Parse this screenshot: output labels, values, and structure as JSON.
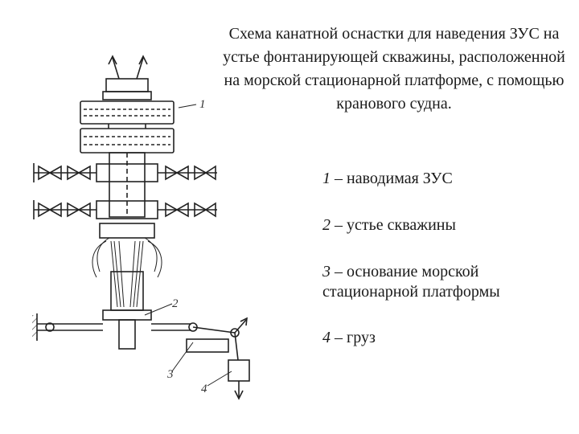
{
  "title": "Схема канатной оснастки для наведения ЗУС на устье фонтанирующей скважины, расположенной на морской стационарной платформе, с помощью кранового судна.",
  "legend": [
    {
      "num": "1",
      "dash": " – ",
      "text": "наводимая ЗУС"
    },
    {
      "num": "2",
      "dash": " – ",
      "text": "устье скважины"
    },
    {
      "num": "3",
      "dash": " – ",
      "text": "основание морской стационарной платформы"
    },
    {
      "num": "4",
      "dash": " – ",
      "text": "груз"
    }
  ],
  "diagram_labels": {
    "l1": "1",
    "l2": "2",
    "l3": "3",
    "l4": "4"
  }
}
